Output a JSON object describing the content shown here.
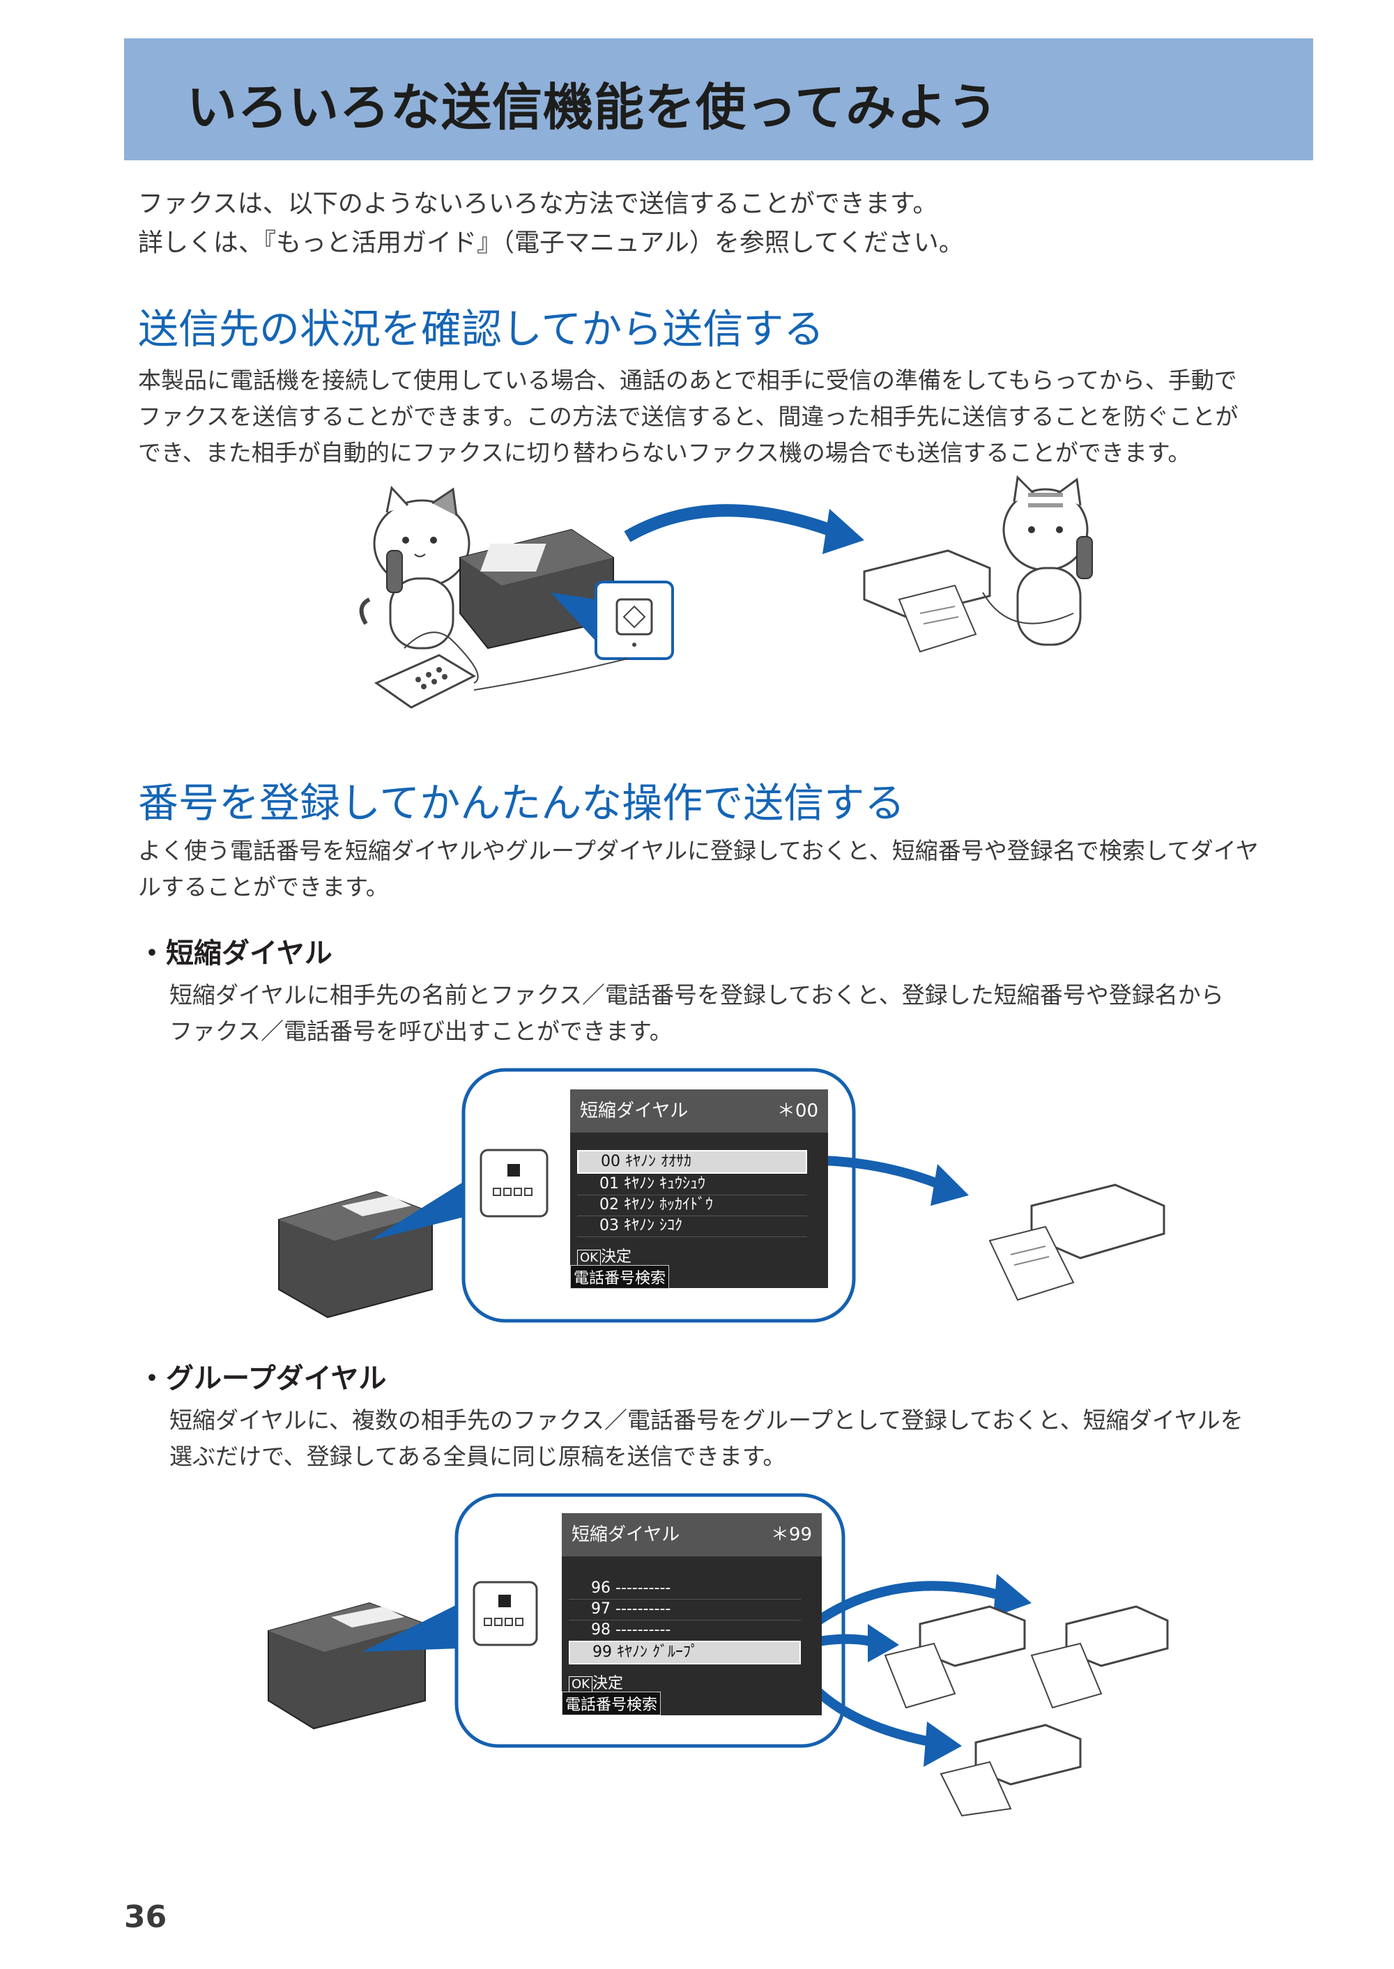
{
  "header": {
    "title": "いろいろな送信機能を使ってみよう"
  },
  "intro": {
    "line1": "ファクスは、以下のようないろいろな方法で送信することができます。",
    "line2": "詳しくは、『もっと活用ガイド』（電子マニュアル）を参照してください。"
  },
  "section1": {
    "heading": "送信先の状況を確認してから送信する",
    "body1": "本製品に電話機を接続して使用している場合、通話のあとで相手に受信の準備をしてもらってから、手動で",
    "body2": "ファクスを送信することができます。この方法で送信すると、間違った相手先に送信することを防ぐことが",
    "body3": "でき、また相手が自動的にファクスに切り替わらないファクス機の場合でも送信することができます。"
  },
  "section2": {
    "heading": "番号を登録してかんたんな操作で送信する",
    "body1": "よく使う電話番号を短縮ダイヤルやグループダイヤルに登録しておくと、短縮番号や登録名で検索してダイヤ",
    "body2": "ルすることができます。",
    "speed_dial": {
      "bullet": "・短縮ダイヤル",
      "body1": "短縮ダイヤルに相手先の名前とファクス／電話番号を登録しておくと、登録した短縮番号や登録名から",
      "body2": "ファクス／電話番号を呼び出すことができます。",
      "screen": {
        "title": "短縮ダイヤル",
        "number": "＊00",
        "rows": [
          "00 ｷﾔﾉﾝ ｵｵｻｶ",
          "01 ｷﾔﾉﾝ ｷｭｳｼｭｳ",
          "02 ｷﾔﾉﾝ ﾎｯｶｲﾄﾞｳ",
          "03 ｷﾔﾉﾝ ｼｺｸ"
        ],
        "ok_key": "OK",
        "ok_label": "決定",
        "search": "電話番号検索"
      }
    },
    "group_dial": {
      "bullet": "・グループダイヤル",
      "body1": "短縮ダイヤルに、複数の相手先のファクス／電話番号をグループとして登録しておくと、短縮ダイヤルを",
      "body2": "選ぶだけで、登録してある全員に同じ原稿を送信できます。",
      "screen": {
        "title": "短縮ダイヤル",
        "number": "＊99",
        "rows": [
          "96  ----------",
          "97  ----------",
          "98  ----------",
          "99 ｷﾔﾉﾝ ｸﾞﾙｰﾌﾟ"
        ],
        "ok_key": "OK",
        "ok_label": "決定",
        "search": "電話番号検索"
      }
    }
  },
  "page_number": "36",
  "colors": {
    "banner": "#8fb0d9",
    "heading": "#1565b5",
    "arrow": "#1560b0"
  }
}
